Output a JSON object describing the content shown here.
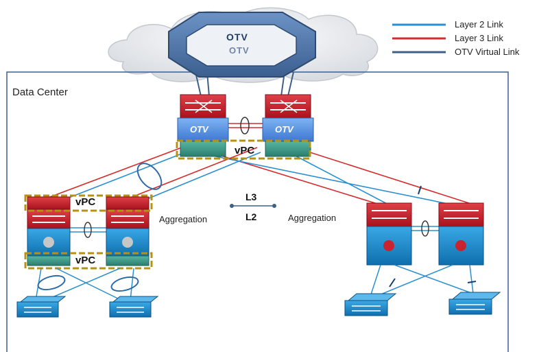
{
  "legend": {
    "items": [
      {
        "label": "Layer 2 Link",
        "color": "#2a8fd0"
      },
      {
        "label": "Layer 3 Link",
        "color": "#d42b2b"
      },
      {
        "label": "OTV Virtual Link",
        "color": "#3e5f86"
      }
    ]
  },
  "cloud": {
    "ring_label": "OTV",
    "ring_label_reflection": "OTV"
  },
  "datacenter": {
    "title": "Data Center"
  },
  "core": {
    "otv_left": "OTV",
    "otv_right": "OTV",
    "vpc_label": "vPC"
  },
  "left_aggregation": {
    "label": "Aggregation",
    "vpc_top": "vPC",
    "vpc_bottom": "vPC"
  },
  "right_aggregation": {
    "label": "Aggregation"
  },
  "boundary": {
    "top": "L3",
    "bottom": "L2"
  },
  "colors": {
    "l2": "#2a8fd0",
    "l3": "#d42b2b",
    "otv": "#3e5f86",
    "vpc_box": "#b89112",
    "switch_blue": "#1a8fcf",
    "router_red": "#c8232e"
  }
}
